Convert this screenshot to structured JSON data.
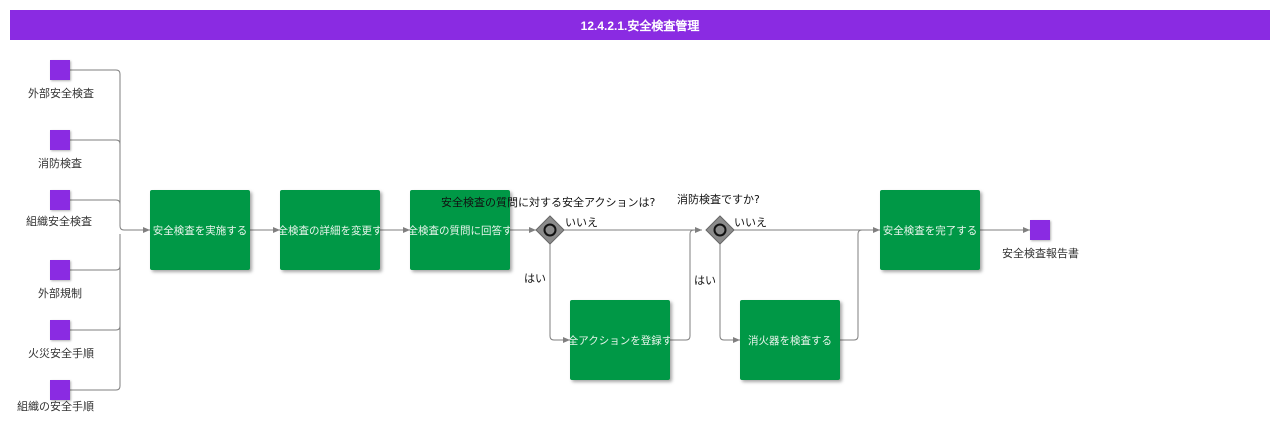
{
  "title": "12.4.2.1.安全検査管理",
  "inputs": [
    {
      "label": "外部安全検査"
    },
    {
      "label": "消防検査"
    },
    {
      "label": "組織安全検査"
    },
    {
      "label": "外部規制"
    },
    {
      "label": "火災安全手順"
    },
    {
      "label": "組織の安全手順"
    }
  ],
  "tasks": {
    "t1": "安全検査を実施する",
    "t2": "安全検査の詳細を変更する",
    "t3": "安全検査の質問に回答する",
    "t4": "安全アクションを登録する",
    "t5": "消火器を検査する",
    "t6": "安全検査を完了する"
  },
  "gateways": {
    "g1_question": "安全検査の質問に対する安全アクションは?",
    "g2_question": "消防検査ですか?",
    "no_label": "いいえ",
    "yes_label": "はい"
  },
  "output": {
    "label": "安全検査報告書"
  },
  "colors": {
    "header": "#8a2be2",
    "task": "#009846",
    "document": "#8a2be2",
    "gateway": "#888888",
    "line": "#7f7f7f"
  }
}
